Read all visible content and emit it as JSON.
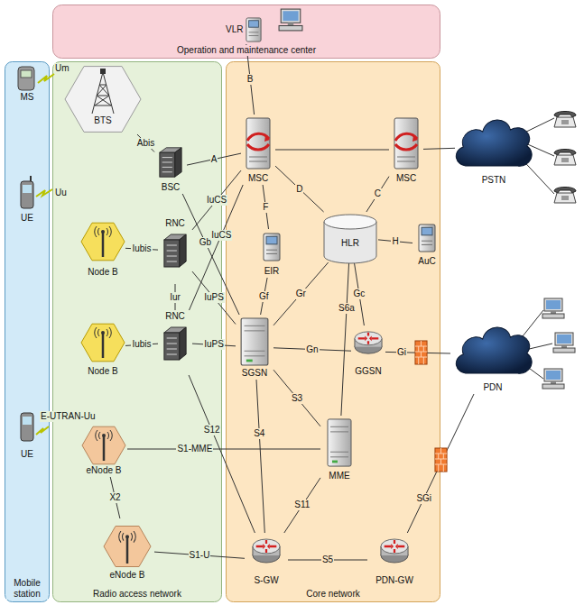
{
  "diagram": {
    "nodes": [
      {
        "text": [
          "Operation and maintenance center"
        ]
      },
      {
        "text": [
          "Mobile station"
        ]
      },
      {
        "text": [
          "Radio access network"
        ]
      },
      {
        "text": [
          "Core network"
        ]
      },
      {
        "text": [
          "MS"
        ],
        "in": 1
      },
      {
        "text": [
          "UE"
        ],
        "in": 1
      },
      {
        "text": [
          "UE"
        ],
        "in": 1
      },
      {
        "text": [
          "BTS"
        ],
        "in": 2
      },
      {
        "text": [
          "BSC"
        ],
        "in": 2
      },
      {
        "text": [
          "Node B"
        ],
        "in": 2
      },
      {
        "text": [
          "RNC"
        ],
        "in": 2
      },
      {
        "text": [
          "Node B"
        ],
        "in": 2
      },
      {
        "text": [
          "RNC"
        ],
        "in": 2
      },
      {
        "text": [
          "eNode B"
        ],
        "in": 2
      },
      {
        "text": [
          "eNode B"
        ],
        "in": 2
      },
      {
        "text": [
          "VLR"
        ],
        "in": 0
      },
      {
        "text": [
          "MSC"
        ],
        "in": 3
      },
      {
        "text": [
          "MSC"
        ],
        "in": 3
      },
      {
        "text": [
          "EIR"
        ],
        "in": 3
      },
      {
        "text": [
          "HLR"
        ],
        "in": 3
      },
      {
        "text": [
          "AuC"
        ],
        "in": 3
      },
      {
        "text": [
          "SGSN"
        ],
        "in": 3
      },
      {
        "text": [
          "GGSN"
        ],
        "in": 3
      },
      {
        "text": [
          "MME"
        ],
        "in": 3
      },
      {
        "text": [
          "S-GW"
        ],
        "in": 3
      },
      {
        "text": [
          "PDN-GW"
        ],
        "in": 3
      },
      {
        "text": [
          "PSTN"
        ]
      },
      {
        "text": [
          "PDN"
        ]
      }
    ],
    "edges": [
      {
        "from": 7,
        "to": 8,
        "arrow": "none",
        "label": "Abis"
      },
      {
        "from": 8,
        "to": 16,
        "arrow": "none",
        "label": "A"
      },
      {
        "from": 8,
        "to": 21,
        "arrow": "none",
        "label": "Gb"
      },
      {
        "from": 9,
        "to": 10,
        "arrow": "none",
        "label": "Iubis"
      },
      {
        "from": 10,
        "to": 16,
        "arrow": "none",
        "label": "IuCS"
      },
      {
        "from": 12,
        "to": 16,
        "arrow": "none",
        "label": "IuCS"
      },
      {
        "from": 10,
        "to": 12,
        "arrow": "none",
        "label": "Iur"
      },
      {
        "from": 10,
        "to": 21,
        "arrow": "none",
        "label": "IuPS"
      },
      {
        "from": 11,
        "to": 12,
        "arrow": "none",
        "label": "Iubis"
      },
      {
        "from": 12,
        "to": 21,
        "arrow": "none",
        "label": "IuPS"
      },
      {
        "from": 12,
        "to": 24,
        "arrow": "none",
        "label": "S12"
      },
      {
        "from": 13,
        "to": 23,
        "arrow": "none",
        "label": "S1-MME"
      },
      {
        "from": 13,
        "to": 14,
        "arrow": "none",
        "label": "X2"
      },
      {
        "from": 14,
        "to": 24,
        "arrow": "none",
        "label": "S1-U"
      },
      {
        "from": 15,
        "to": 16,
        "arrow": "none",
        "label": "B"
      },
      {
        "from": 16,
        "to": 17,
        "arrow": "none"
      },
      {
        "from": 16,
        "to": 18,
        "arrow": "none",
        "label": "F"
      },
      {
        "from": 16,
        "to": 19,
        "arrow": "none",
        "label": "D"
      },
      {
        "from": 17,
        "to": 19,
        "arrow": "none",
        "label": "C"
      },
      {
        "from": 17,
        "to": 26,
        "arrow": "none"
      },
      {
        "from": 19,
        "to": 20,
        "arrow": "none",
        "label": "H"
      },
      {
        "from": 18,
        "to": 21,
        "arrow": "none",
        "label": "Gf"
      },
      {
        "from": 19,
        "to": 21,
        "arrow": "none",
        "label": "Gr"
      },
      {
        "from": 19,
        "to": 22,
        "arrow": "none",
        "label": "Gc"
      },
      {
        "from": 19,
        "to": 23,
        "arrow": "none",
        "label": "S6a"
      },
      {
        "from": 21,
        "to": 22,
        "arrow": "none",
        "label": "Gn"
      },
      {
        "from": 21,
        "to": 23,
        "arrow": "none",
        "label": "S3"
      },
      {
        "from": 21,
        "to": 24,
        "arrow": "none",
        "label": "S4"
      },
      {
        "from": 23,
        "to": 24,
        "arrow": "none",
        "label": "S11"
      },
      {
        "from": 24,
        "to": 25,
        "arrow": "none",
        "label": "S5"
      },
      {
        "from": 22,
        "to": 27,
        "arrow": "none",
        "label": "Gi"
      },
      {
        "from": 25,
        "to": 27,
        "arrow": "none",
        "label": "SGi"
      }
    ],
    "labels": [
      "Um",
      "Uu",
      "E-UTRAN-Uu"
    ]
  }
}
